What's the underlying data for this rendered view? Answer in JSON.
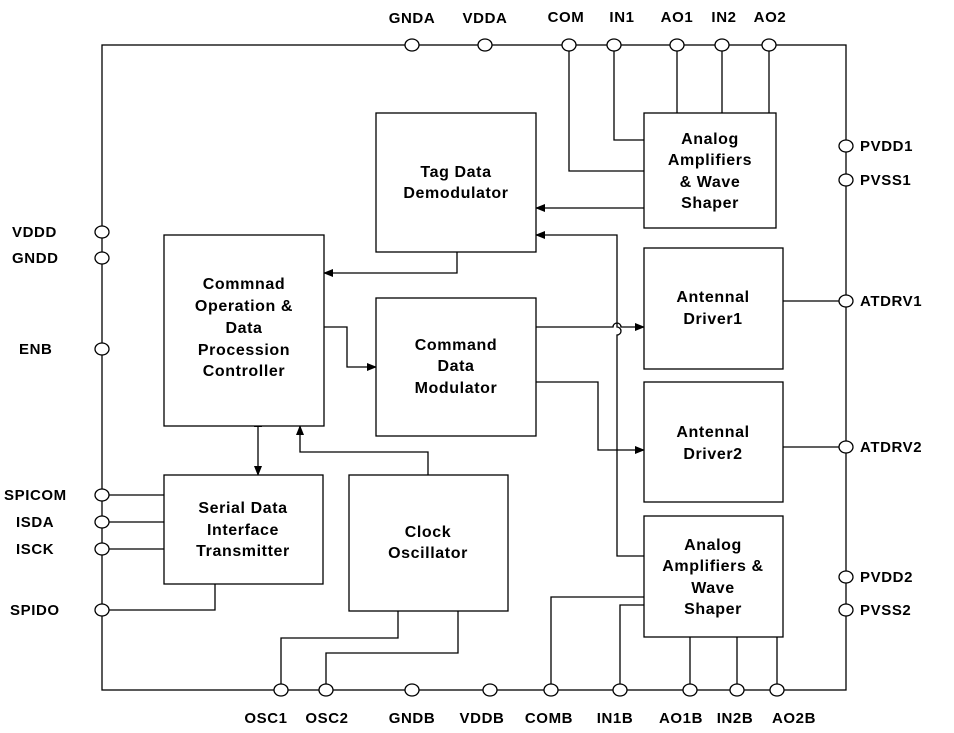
{
  "blocks": {
    "tag_demod": [
      "Tag Data",
      "Demodulator"
    ],
    "controller": [
      "Commnad",
      "Operation &",
      "Data",
      "Procession",
      "Controller"
    ],
    "cmd_mod": [
      "Command",
      "Data",
      "Modulator"
    ],
    "amp_top": [
      "Analog",
      "Amplifiers",
      "& Wave",
      "Shaper"
    ],
    "ant1": [
      "Antennal",
      "Driver1"
    ],
    "ant2": [
      "Antennal",
      "Driver2"
    ],
    "amp_bottom": [
      "Analog",
      "Amplifiers &",
      "Wave",
      "Shaper"
    ],
    "serial": [
      "Serial Data",
      "Interface",
      "Transmitter"
    ],
    "clock": [
      "Clock",
      "Oscillator"
    ]
  },
  "pins": {
    "top": [
      "GNDA",
      "VDDA",
      "COM",
      "IN1",
      "AO1",
      "IN2",
      "AO2"
    ],
    "right": [
      "PVDD1",
      "PVSS1",
      "ATDRV1",
      "ATDRV2",
      "PVDD2",
      "PVSS2"
    ],
    "left": [
      "VDDD",
      "GNDD",
      "ENB",
      "SPICOM",
      "ISDA",
      "ISCK",
      "SPIDO"
    ],
    "bottom": [
      "OSC1",
      "OSC2",
      "GNDB",
      "VDDB",
      "COMB",
      "IN1B",
      "AO1B",
      "IN2B",
      "AO2B"
    ]
  }
}
